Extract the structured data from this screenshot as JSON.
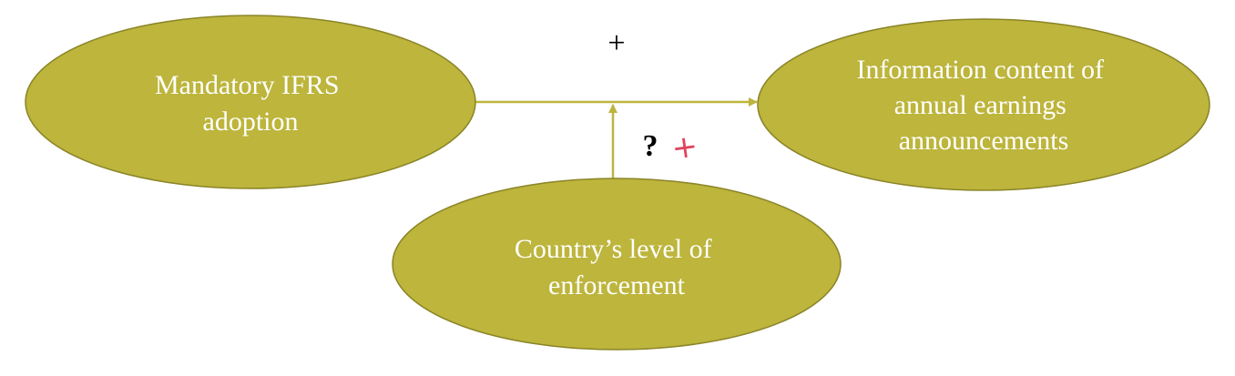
{
  "nodes": {
    "ifrs": {
      "lines": [
        "Mandatory IFRS",
        "adoption"
      ]
    },
    "info": {
      "lines": [
        "Information content of",
        "annual earnings",
        "announcements"
      ]
    },
    "enforcement": {
      "lines": [
        "Country’s level of",
        "enforcement"
      ]
    }
  },
  "relations": {
    "main_effect_sign": "+",
    "moderation_sign": "?"
  },
  "annotations": {
    "handwritten_note": "+"
  },
  "colors": {
    "node_fill": "#bdb53c",
    "node_stroke": "#8a8427",
    "arrow": "#bdb53c",
    "node_text": "#ffffff",
    "sign_text": "#000000",
    "handwritten": "#e0435a"
  }
}
